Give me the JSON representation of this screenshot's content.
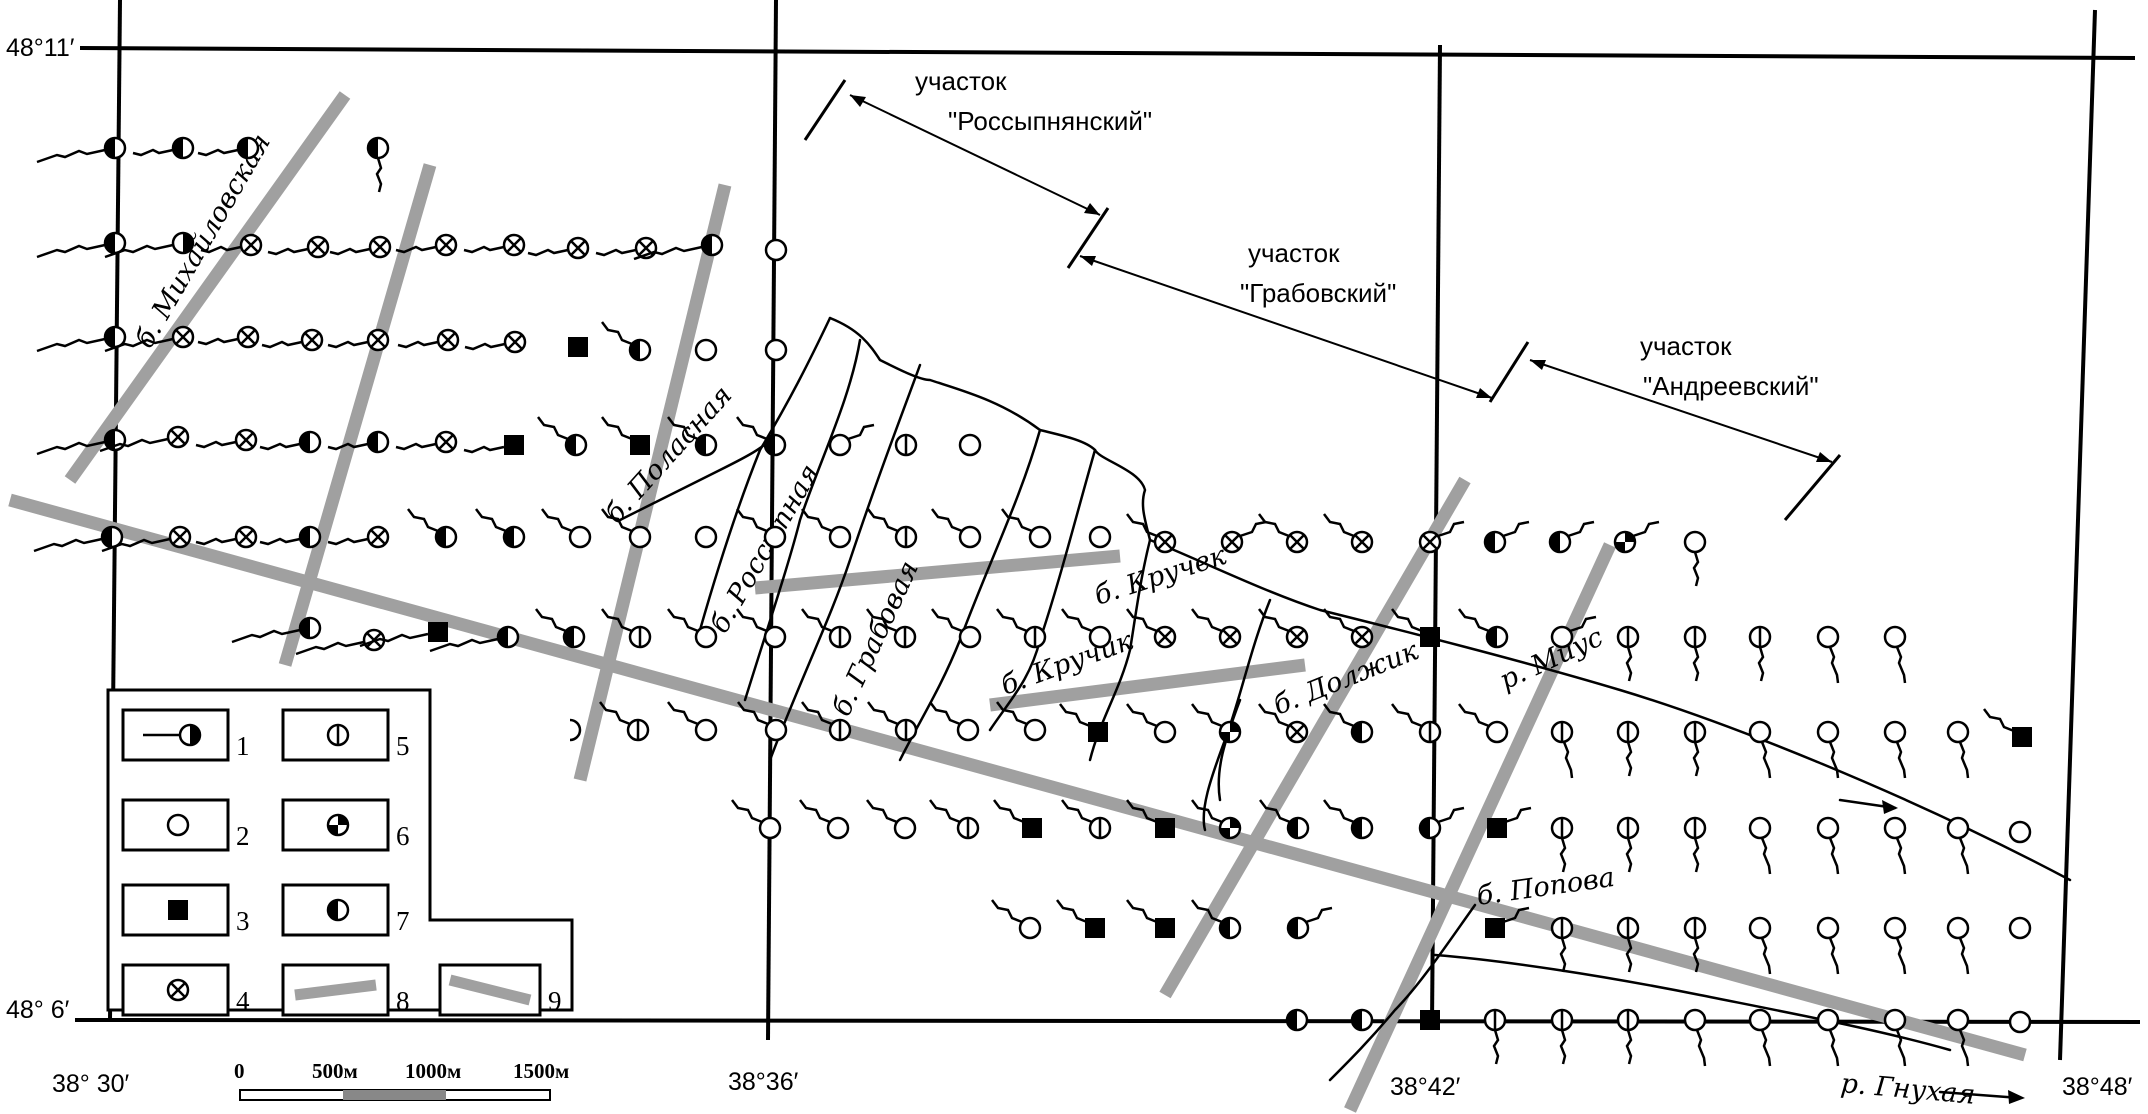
{
  "coordinates": {
    "lat_top": "48°11′",
    "lat_bottom": "48° 6′",
    "lon_1": "38° 30′",
    "lon_2": "38°36′",
    "lon_3": "38°42′",
    "lon_4": "38°48′"
  },
  "sections": [
    {
      "word": "участок",
      "name": "\"Россыпнянский\""
    },
    {
      "word": "участок",
      "name": "\"Грабовский\""
    },
    {
      "word": "участок",
      "name": "\"Андреевский\""
    }
  ],
  "ravines": {
    "mikhailovskaya": "б. Михайловская",
    "polasnaya": "б. Поласная",
    "rossypnaya": "б. Россыпная",
    "grabovaya": "б. Грабовая",
    "kruchek": "б. Кручек",
    "kruchik": "б. Кручик",
    "dolzhik": "б. Должик",
    "popova": "б. Попова"
  },
  "rivers": {
    "mius": "р. Миус",
    "gnilusha": "р. Гнухая"
  },
  "legend": {
    "items": [
      {
        "num": "1",
        "symbol": "orientation-half-circle"
      },
      {
        "num": "2",
        "symbol": "open-circle"
      },
      {
        "num": "3",
        "symbol": "filled-square"
      },
      {
        "num": "4",
        "symbol": "crossed-circle"
      },
      {
        "num": "5",
        "symbol": "circle-vertical-bar"
      },
      {
        "num": "6",
        "symbol": "quartered-circle"
      },
      {
        "num": "7",
        "symbol": "half-filled-circle"
      },
      {
        "num": "8",
        "symbol": "gray-band"
      },
      {
        "num": "9",
        "symbol": "gray-band-diagonal"
      }
    ]
  },
  "scale": {
    "labels": [
      "0",
      "500м",
      "1000м",
      "1500м"
    ]
  },
  "colors": {
    "band": "#a0a0a0",
    "ink": "#000000"
  }
}
